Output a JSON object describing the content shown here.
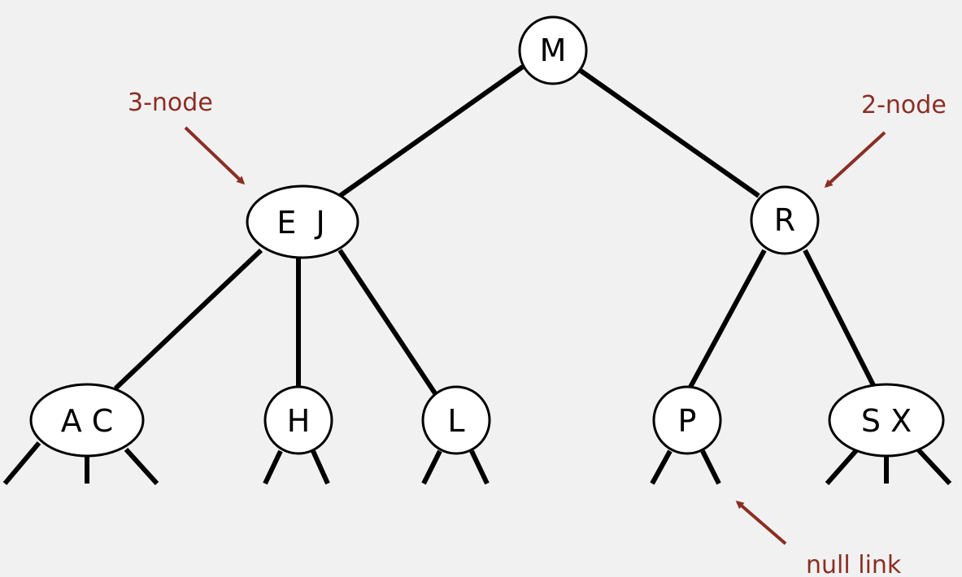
{
  "tree": {
    "root": {
      "keys": "M"
    },
    "level1": [
      {
        "keys": "E  J"
      },
      {
        "keys": "R"
      }
    ],
    "level2": [
      {
        "keys": "A C"
      },
      {
        "keys": "H"
      },
      {
        "keys": "L"
      },
      {
        "keys": "P"
      },
      {
        "keys": "S X"
      }
    ]
  },
  "labels": {
    "three_node": "3-node",
    "two_node": "2-node",
    "null_link": "null link"
  },
  "colors": {
    "background": "#f1f1f1",
    "node_fill": "#ffffff",
    "edge": "#000000",
    "annotation": "#8b2e24"
  }
}
